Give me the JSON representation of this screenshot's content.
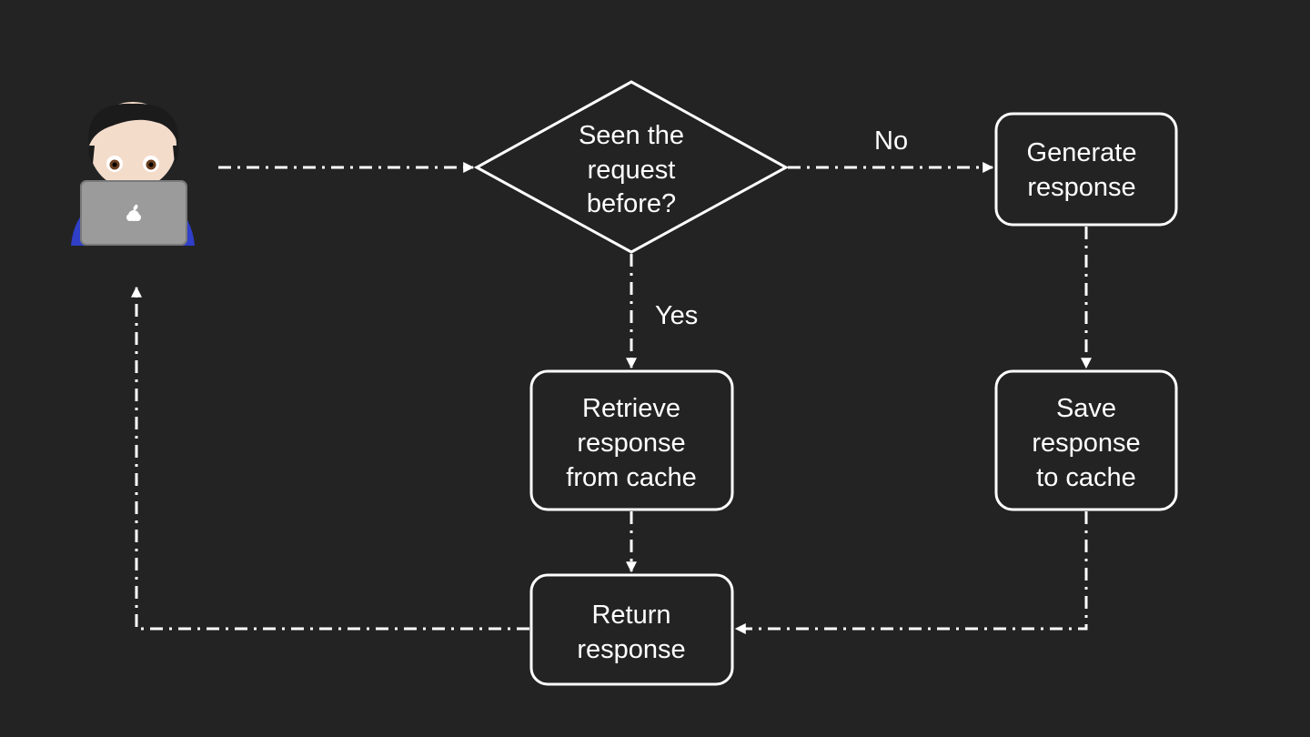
{
  "nodes": {
    "decision": {
      "lines": [
        "Seen the",
        "request",
        "before?"
      ]
    },
    "generate": {
      "lines": [
        "Generate",
        "response"
      ]
    },
    "retrieve": {
      "lines": [
        "Retrieve",
        "response",
        "from cache"
      ]
    },
    "save": {
      "lines": [
        "Save",
        "response",
        "to cache"
      ]
    },
    "return": {
      "lines": [
        "Return",
        "response"
      ]
    }
  },
  "edges": {
    "no_label": "No",
    "yes_label": "Yes"
  },
  "actor": {
    "icon": "person-with-laptop-icon"
  }
}
